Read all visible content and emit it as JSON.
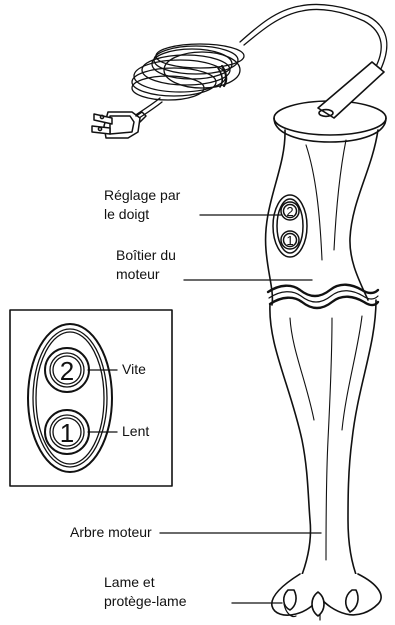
{
  "labels": {
    "finger_control": [
      "Réglage par",
      "le doigt"
    ],
    "motor_housing": [
      "Boîtier du",
      "moteur"
    ],
    "fast": "Vite",
    "slow": "Lent",
    "drive_shaft": "Arbre moteur",
    "blade_guard": [
      "Lame et",
      "protège-lame"
    ]
  },
  "button_numbers": {
    "high": "2",
    "low": "1"
  }
}
